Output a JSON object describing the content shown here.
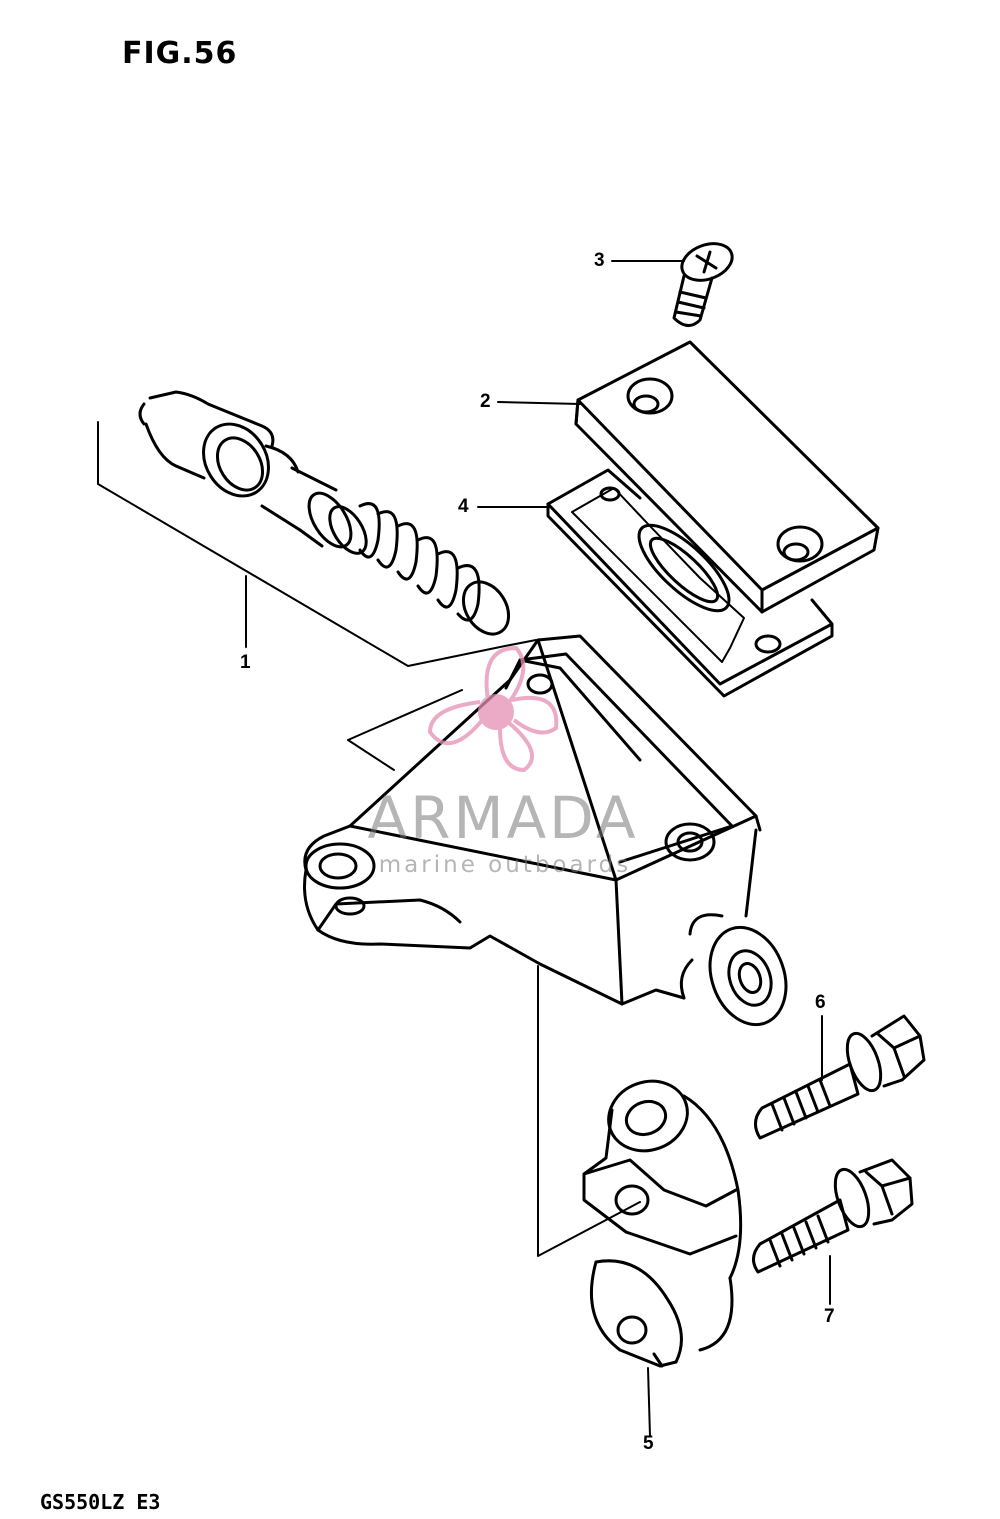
{
  "figure": {
    "title": "FIG.56",
    "model_code": "GS550LZ E3"
  },
  "callouts": [
    "1",
    "2",
    "3",
    "4",
    "5",
    "6",
    "7"
  ],
  "watermark": {
    "brand": "ARMADA",
    "tagline": "marine outboards",
    "accent_color": "#e58fb5"
  },
  "colors": {
    "line": "#000000",
    "background": "#ffffff",
    "watermark_text": "#8a8a8a"
  }
}
